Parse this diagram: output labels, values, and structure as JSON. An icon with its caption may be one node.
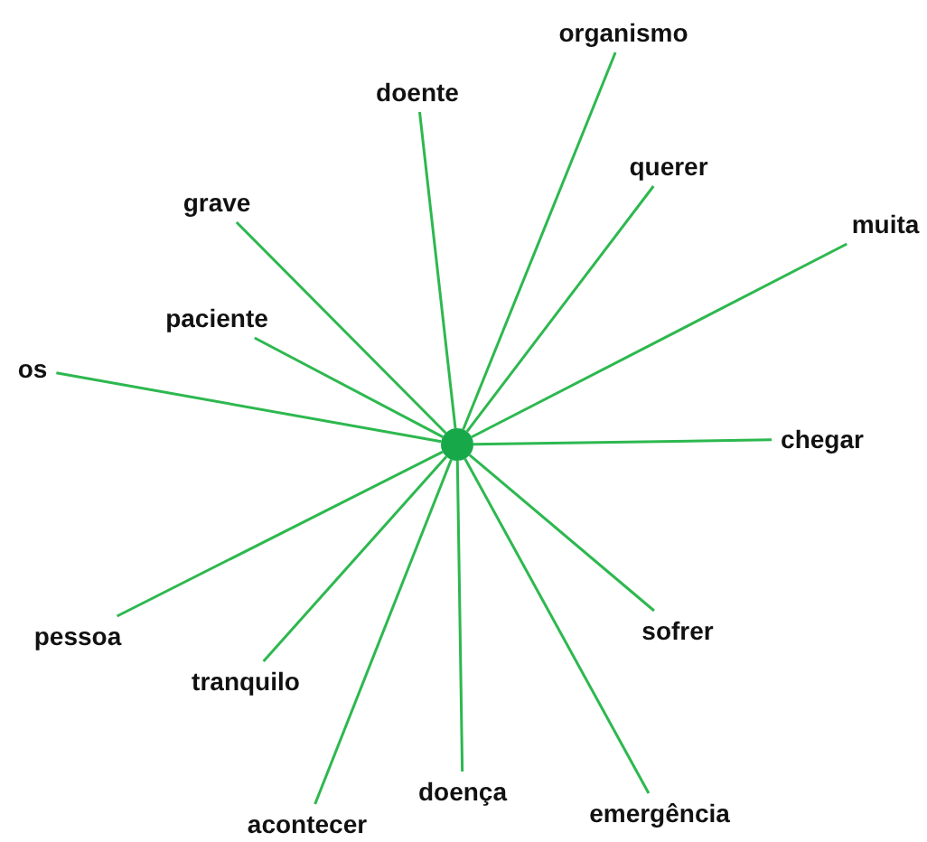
{
  "diagram": {
    "nodes": [
      {
        "text": [],
        "shape": "circle"
      },
      {
        "text": [
          "organismo"
        ]
      },
      {
        "text": [
          "doente"
        ]
      },
      {
        "text": [
          "querer"
        ]
      },
      {
        "text": [
          "muita"
        ]
      },
      {
        "text": [
          "grave"
        ]
      },
      {
        "text": [
          "paciente"
        ]
      },
      {
        "text": [
          "os"
        ]
      },
      {
        "text": [
          "chegar"
        ]
      },
      {
        "text": [
          "pessoa"
        ]
      },
      {
        "text": [
          "tranquilo"
        ]
      },
      {
        "text": [
          "sofrer"
        ]
      },
      {
        "text": [
          "acontecer"
        ]
      },
      {
        "text": [
          "doença"
        ]
      },
      {
        "text": [
          "emergência"
        ]
      }
    ],
    "edges": [
      {
        "from": 0,
        "to": 1,
        "arrow": "none"
      },
      {
        "from": 0,
        "to": 2,
        "arrow": "none"
      },
      {
        "from": 0,
        "to": 3,
        "arrow": "none"
      },
      {
        "from": 0,
        "to": 4,
        "arrow": "none"
      },
      {
        "from": 0,
        "to": 5,
        "arrow": "none"
      },
      {
        "from": 0,
        "to": 6,
        "arrow": "none"
      },
      {
        "from": 0,
        "to": 7,
        "arrow": "none"
      },
      {
        "from": 0,
        "to": 8,
        "arrow": "none"
      },
      {
        "from": 0,
        "to": 9,
        "arrow": "none"
      },
      {
        "from": 0,
        "to": 10,
        "arrow": "none"
      },
      {
        "from": 0,
        "to": 11,
        "arrow": "none"
      },
      {
        "from": 0,
        "to": 12,
        "arrow": "none"
      },
      {
        "from": 0,
        "to": 13,
        "arrow": "none"
      },
      {
        "from": 0,
        "to": 14,
        "arrow": "none"
      }
    ]
  }
}
